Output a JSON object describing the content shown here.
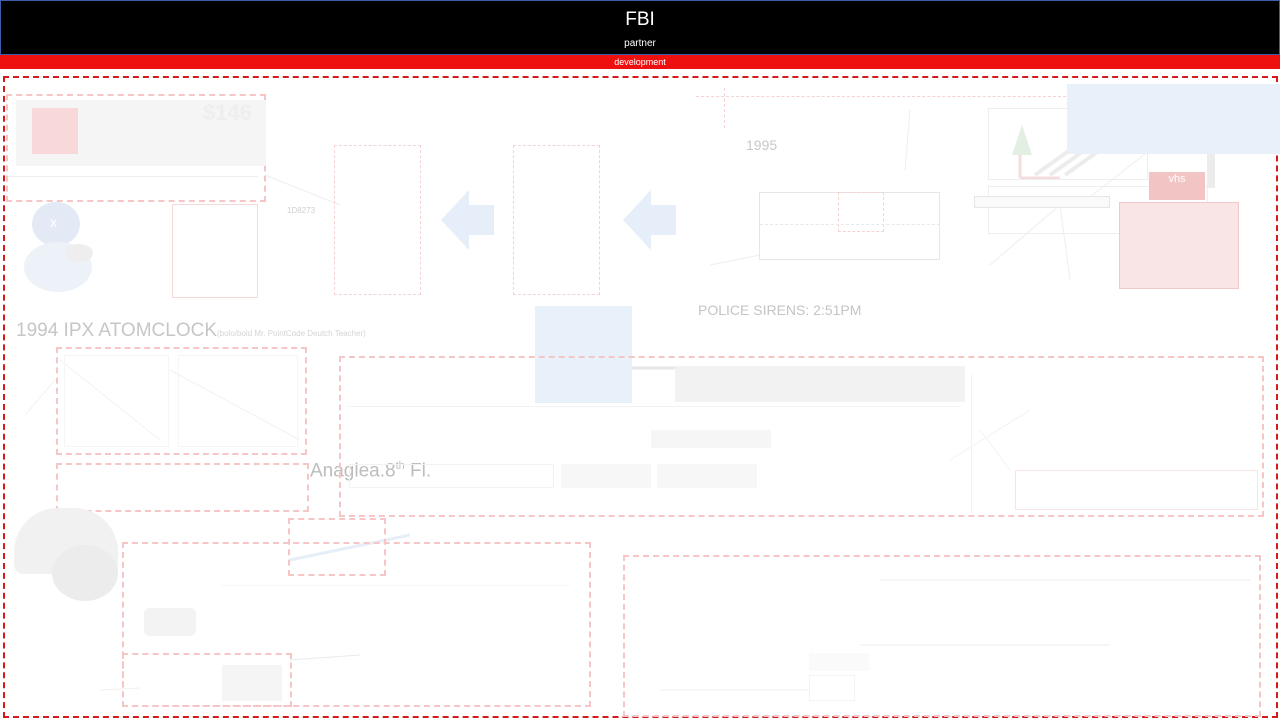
{
  "header": {
    "title": "FBI",
    "subtitle": "partner"
  },
  "ribbon": {
    "label": "development"
  },
  "labels": {
    "year_1995": "1995",
    "clock": "1994 IPX ATOMCLOCK",
    "clock_note": "(bolo/bold Mr. PointCode Deutch Teacher)",
    "sirens": "POLICE SIRENS: 2:51PM",
    "floor_prefix": "Anaglea.8",
    "floor_sup": "th",
    "floor_suffix": " Fl.",
    "code": "1D8273",
    "price": "$146",
    "vhs": "vhs",
    "avatar_mark": "x"
  },
  "colors": {
    "header_bg": "#000000",
    "ribbon_bg": "#ee0f0f",
    "frame_dash": "#d61a1a",
    "ghost_dash": "#f6c6c6",
    "ghost_blue": "#e8f0f9"
  }
}
